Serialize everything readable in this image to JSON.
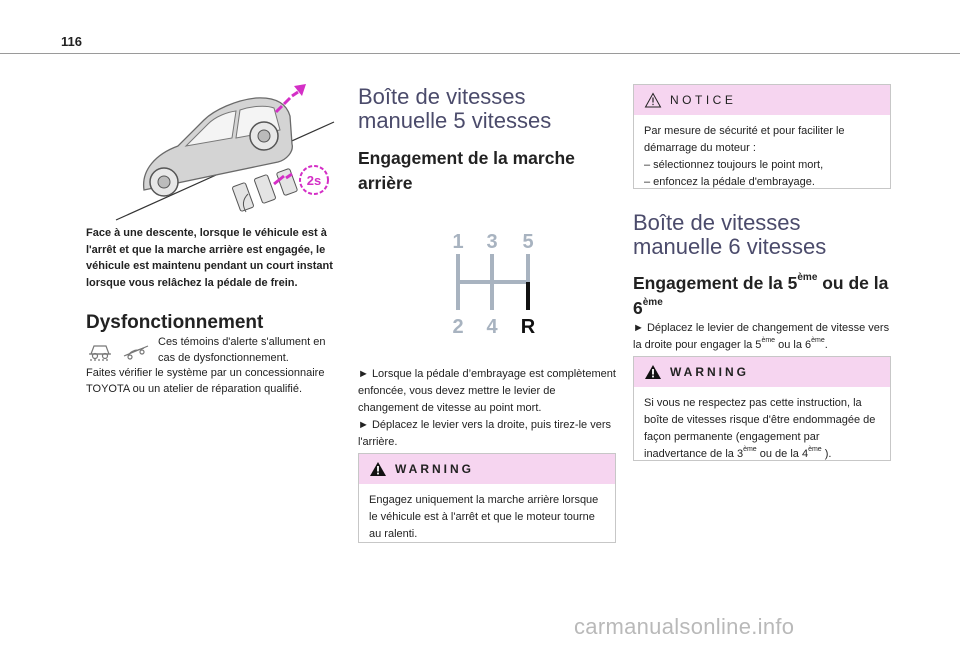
{
  "page": {
    "number": "116"
  },
  "col1": {
    "caption": "Face à une descente, lorsque le véhicule est à l'arrêt et que la marche arrière est engagée, le véhicule est maintenu pendant un court instant lorsque vous relâchez la pédale de frein.",
    "badge": "2s",
    "section_title": "Dysfonctionnement",
    "warn_line1": "Ces témoins d'alerte s'allument en cas de dysfonctionnement.",
    "warn_line2": "Faites vérifier le système par un concessionnaire TOYOTA ou un atelier de réparation qualifié."
  },
  "col2": {
    "chapter_title": "Boîte de vitesses manuelle 5 vitesses",
    "subtitle": "Engagement de la marche arrière",
    "gears": {
      "g1": "1",
      "g3": "3",
      "g5": "5",
      "g2": "2",
      "g4": "4",
      "gr": "R"
    },
    "p1": "► Lorsque la pédale d’embrayage est complètement enfoncée, vous devez mettre le levier de changement de vitesse au point mort.",
    "p2": "► Déplacez le levier vers la droite, puis tirez-le vers l'arrière.",
    "warning_label": "WARNING",
    "warning_text": "Engagez uniquement la marche arrière lorsque le véhicule est à l'arrêt et que le moteur tourne au ralenti."
  },
  "col3": {
    "notice_label": "NOTICE",
    "notice_intro": "Par mesure de sécurité et pour faciliter le démarrage du moteur :",
    "notice_item1": "– sélectionnez toujours le point mort,",
    "notice_item2": "– enfoncez la pédale d'embrayage.",
    "chapter_title": "Boîte de vitesses manuelle 6 vitesses",
    "subtitle_a": "Engagement de la 5",
    "subtitle_sup1": "ème",
    "subtitle_b": " ou de la 6",
    "subtitle_sup2": "ème",
    "p1_a": "► Déplacez le levier de changement de vitesse vers la droite pour engager la 5",
    "p1_sup1": "ème",
    "p1_b": " ou la 6",
    "p1_sup2": "ème",
    "p1_c": ".",
    "warning_label": "WARNING",
    "warning_a": "Si vous ne respectez pas cette instruction, la boîte de vitesses risque d'être endommagée de façon permanente (engagement par inadvertance de la 3",
    "warning_sup1": "ème",
    "warning_b": " ou de la 4",
    "warning_sup2": "ème",
    "warning_c": " )."
  },
  "footer": {
    "watermark": "carmanualsonline.info"
  },
  "colors": {
    "accent_pink": "#f6d5f0",
    "magenta": "#d42fc6",
    "title_gray": "#4b4b6b",
    "gear_gray": "#a8b3c0"
  },
  "icons": [
    "car-on-slope-icon",
    "pedal-icon",
    "warning-triangle-icon",
    "hill-assist-warning-icon",
    "gear-pattern-icon"
  ]
}
